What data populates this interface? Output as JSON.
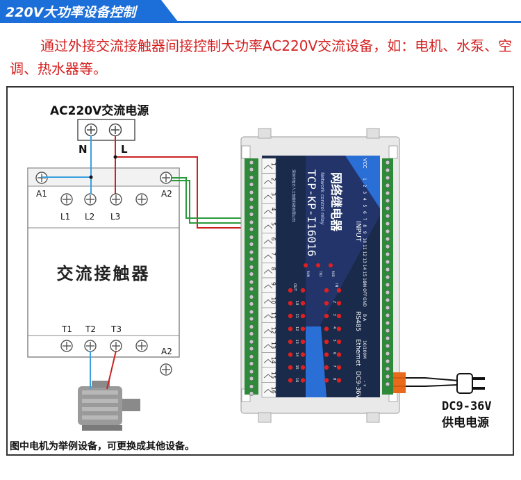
{
  "header": {
    "title": "220V大功率设备控制",
    "tab_color": "#1c6fd8",
    "line_color": "#1c6fd8"
  },
  "intro_text": "通过外接交流接触器间接控制大功率AC220V交流设备，如：电机、水泵、空调、热水器等。",
  "intro_color": "#d42020",
  "ac_source": {
    "label": "AC220V交流电源",
    "neutral": "N",
    "live": "L"
  },
  "contactor": {
    "title": "交流接触器",
    "top_terminals": [
      "A1",
      "A2"
    ],
    "input_terminals": [
      "L1",
      "L2",
      "L3"
    ],
    "output_terminals": [
      "T1",
      "T2",
      "T3"
    ],
    "bottom_terminal": "A2"
  },
  "relay_board": {
    "title": "网络继电器",
    "subtitle": "Network control relay",
    "model": "TCP-KP-I16016",
    "company": "深圳市智方人工智能科技有限公司",
    "vcc_label": "VCC",
    "input_label": "INPUT",
    "input_numbers": [
      "1",
      "2",
      "3",
      "4",
      "5",
      "6",
      "7",
      "8",
      "9",
      "10",
      "11",
      "12",
      "13",
      "14",
      "15",
      "16"
    ],
    "on_off_label": "ON OFF",
    "gnd_label": "GND",
    "rs485_label": "RS485",
    "rs485_pins": "B  A",
    "ethernet_label": "Ethernet",
    "ethernet_speed": "10/100M",
    "dc_label": "DC9-36V",
    "dc_polarity": "-  +",
    "status_leds": [
      "RUN",
      "TXD",
      "RXD"
    ],
    "out_label": "OUT",
    "in_label": "IN",
    "led_numbers_a": [
      "10",
      "11",
      "12",
      "13",
      "14",
      "15",
      "16"
    ],
    "led_numbers_b": [
      "2",
      "3",
      "4",
      "5",
      "6",
      "7",
      "8"
    ],
    "relay_channels": [
      "1",
      "2",
      "3",
      "4",
      "5",
      "6",
      "7",
      "8",
      "9",
      "10",
      "11",
      "12",
      "13",
      "14",
      "15",
      "16"
    ],
    "board_color": "#1a2a4a",
    "accent_color": "#2a6fd6"
  },
  "power_supply": {
    "line1": "DC9-36V",
    "line2": "供电电源"
  },
  "wire_colors": {
    "neutral": "#3aa0e0",
    "live": "#cc2222",
    "green": "#2a9a3a"
  },
  "footnote": "图中电机为举例设备，可更换成其他设备。"
}
